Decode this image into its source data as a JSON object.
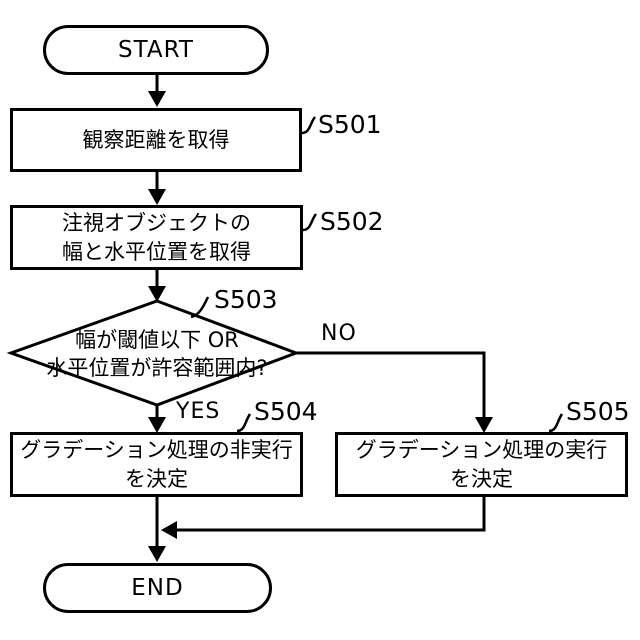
{
  "flowchart": {
    "title": "gradation-processing-decision-flow",
    "nodes": {
      "start": {
        "label": "START"
      },
      "s501": {
        "step": "S501",
        "line1": "観察距離を取得"
      },
      "s502": {
        "step": "S502",
        "line1": "注視オブジェクトの",
        "line2": "幅と水平位置を取得"
      },
      "s503": {
        "step": "S503",
        "line1": "幅が閾値以下 OR",
        "line2": "水平位置が許容範囲内?"
      },
      "s504": {
        "step": "S504",
        "line1": "グラデーション処理の非実行",
        "line2": "を決定"
      },
      "s505": {
        "step": "S505",
        "line1": "グラデーション処理の実行",
        "line2": "を決定"
      },
      "end": {
        "label": "END"
      }
    },
    "branch_labels": {
      "yes": "YES",
      "no": "NO"
    },
    "colors": {
      "line": "#000000",
      "background": "#ffffff"
    }
  }
}
